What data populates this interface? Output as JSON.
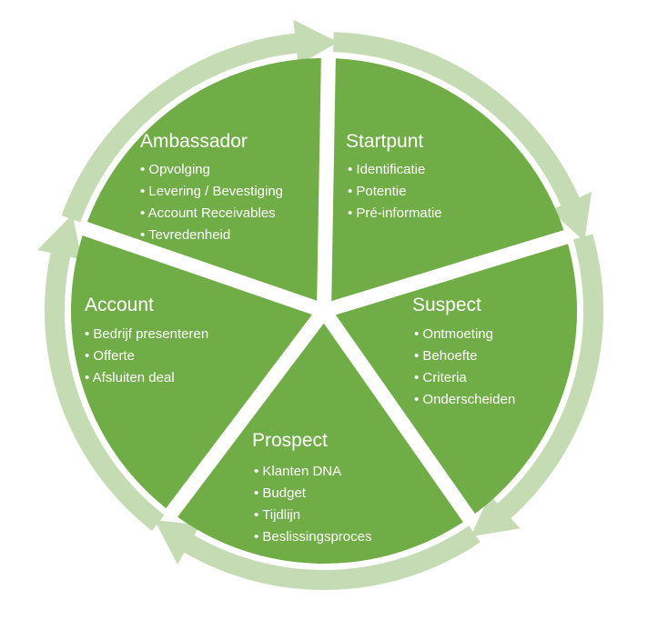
{
  "colors": {
    "segment_fill": "#70ad47",
    "arrow_fill": "#c5dbb3",
    "divider": "#ffffff",
    "text": "#ffffff"
  },
  "segments": [
    {
      "title": "Startpunt",
      "items": [
        "Identificatie",
        "Potentie",
        "Pré-informatie"
      ]
    },
    {
      "title": "Suspect",
      "items": [
        "Ontmoeting",
        "Behoefte",
        "Criteria",
        "Onderscheiden"
      ]
    },
    {
      "title": "Prospect",
      "items": [
        "Klanten DNA",
        "Budget",
        "Tijdlijn",
        "Beslissingsproces"
      ]
    },
    {
      "title": "Account",
      "items": [
        "Bedrijf presenteren",
        "Offerte",
        "Afsluiten deal"
      ]
    },
    {
      "title": "Ambassador",
      "items": [
        "Opvolging",
        "Levering / Bevestiging",
        "Account Receivables",
        "Tevredenheid"
      ]
    }
  ]
}
